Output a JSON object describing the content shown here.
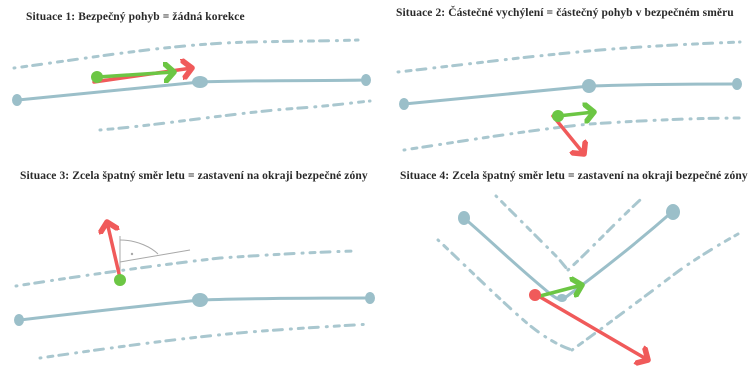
{
  "panels": [
    {
      "caption": "Situace 1:  Bezpečný pohyb = žádná korekce"
    },
    {
      "caption": "Situace 2:  Částečné vychýlení = částečný pohyb v bezpečném směru"
    },
    {
      "caption": "Situace 3:  Zcela špatný směr letu = zastavení na okraji bezpečné zóny"
    },
    {
      "caption": "Situace 4:  Zcela špatný směr letu = zastavení na okraji bezpečné zóny"
    }
  ],
  "colors": {
    "path": "#9bbfc9",
    "boundary": "#a9c7cf",
    "desired": "#f05a5a",
    "corrected": "#6cc644",
    "construction": "#a8a8a8"
  }
}
